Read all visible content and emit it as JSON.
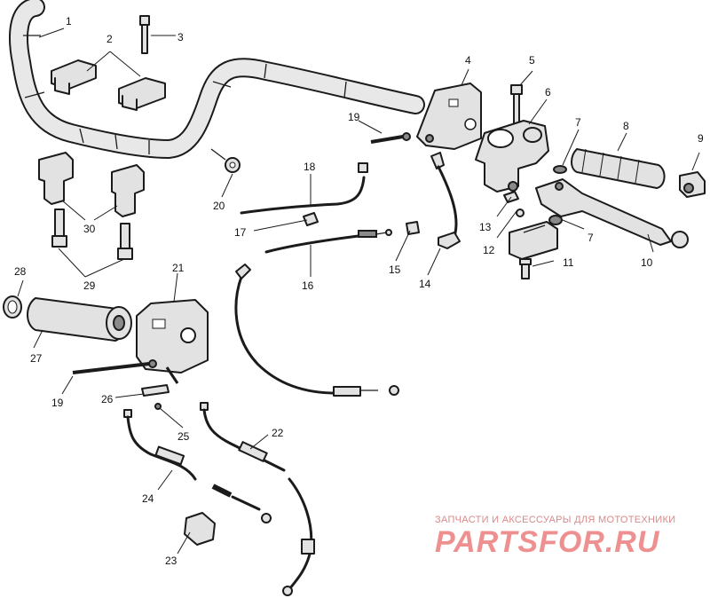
{
  "diagram": {
    "callouts": [
      "1",
      "2",
      "3",
      "4",
      "5",
      "6",
      "7",
      "7",
      "8",
      "9",
      "10",
      "11",
      "12",
      "13",
      "14",
      "15",
      "16",
      "17",
      "18",
      "19",
      "19",
      "20",
      "21",
      "22",
      "23",
      "24",
      "25",
      "26",
      "27",
      "28",
      "29",
      "30"
    ]
  },
  "watermark": {
    "caption": "ЗАПЧАСТИ И АКСЕССУАРЫ ДЛЯ МОТОТЕХНИКИ",
    "logo": "PARTSFOR.RU"
  },
  "colors": {
    "line": "#1b1b1b",
    "part_fill": "#e2e2e2",
    "watermark": "#ee9090"
  }
}
